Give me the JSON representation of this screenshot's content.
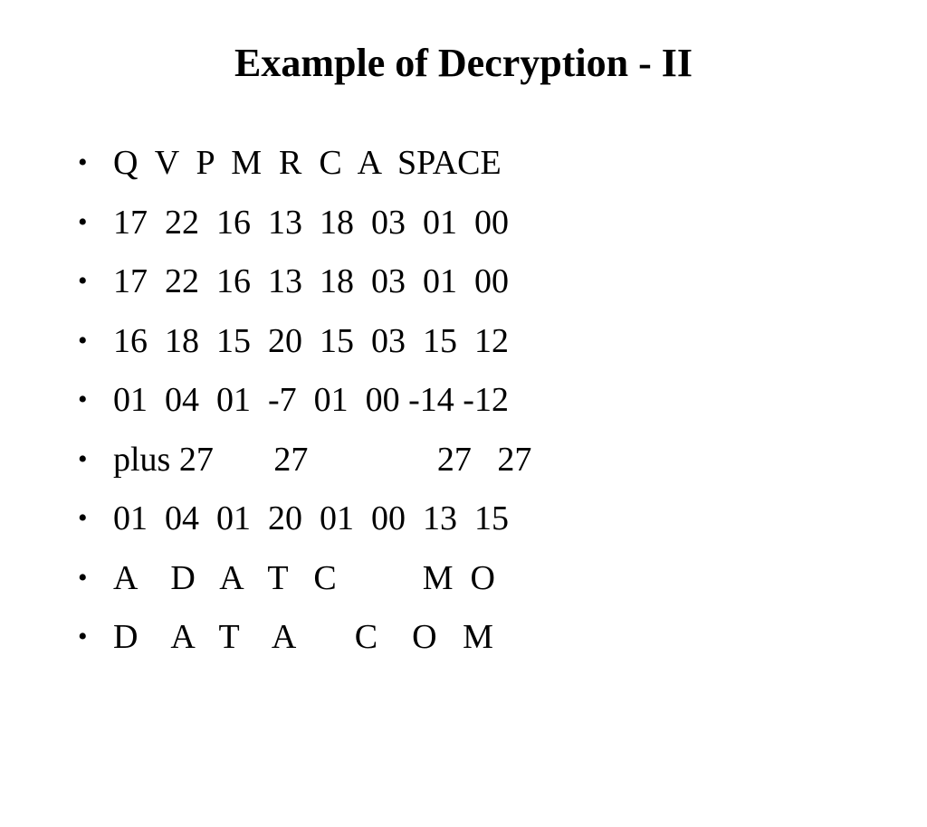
{
  "slide": {
    "title": "Example of Decryption - II",
    "bullet_symbol": "•",
    "bullets": [
      "Q  V  P  M  R  C  A  SPACE",
      "17  22  16  13  18  03  01  00",
      "17  22  16  13  18  03  01  00",
      "16  18  15  20  15  03  15  12",
      "01  04  01  -7  01  00 -14 -12",
      "plus 27       27               27   27",
      "01  04  01  20  01  00  13  15",
      "A    D   A   T   C          M  O",
      "D    A   T    A       C    O   M"
    ]
  }
}
